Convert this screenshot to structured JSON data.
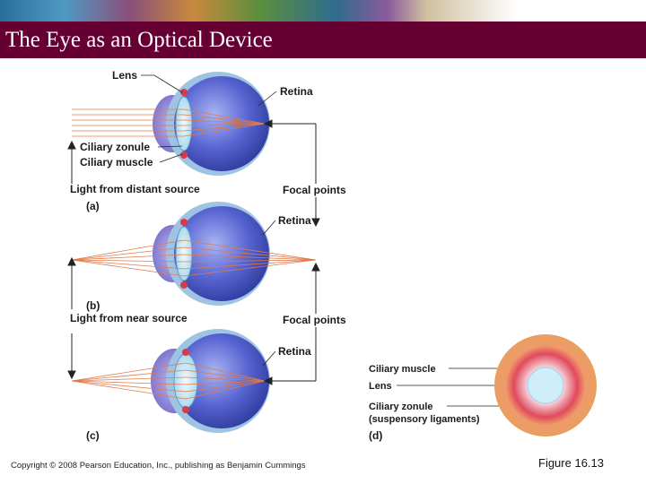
{
  "slide": {
    "title": "The Eye as an Optical Device",
    "copyright": "Copyright © 2008 Pearson Education, Inc., publishing as Benjamin Cummings",
    "figure_number": "Figure 16.13"
  },
  "diagram_labels": {
    "lens": "Lens",
    "retina_a": "Retina",
    "ciliary_zonule": "Ciliary zonule",
    "ciliary_muscle": "Ciliary muscle",
    "light_distant": "Light from distant source",
    "panel_a": "(a)",
    "focal_points_a": "Focal points",
    "retina_b": "Retina",
    "panel_b": "(b)",
    "light_near": "Light from near source",
    "focal_points_b": "Focal points",
    "retina_c": "Retina",
    "panel_c": "(c)",
    "d_ciliary_muscle": "Ciliary muscle",
    "d_lens": "Lens",
    "d_ciliary_zonule": "Ciliary zonule",
    "d_suspensory": "(suspensory ligaments)",
    "panel_d": "(d)"
  },
  "colors": {
    "title_bar": "#660033",
    "eye_blue": "#4a58c8",
    "light_ray": "#e07a4a",
    "muscle_red": "#d83a4a"
  }
}
